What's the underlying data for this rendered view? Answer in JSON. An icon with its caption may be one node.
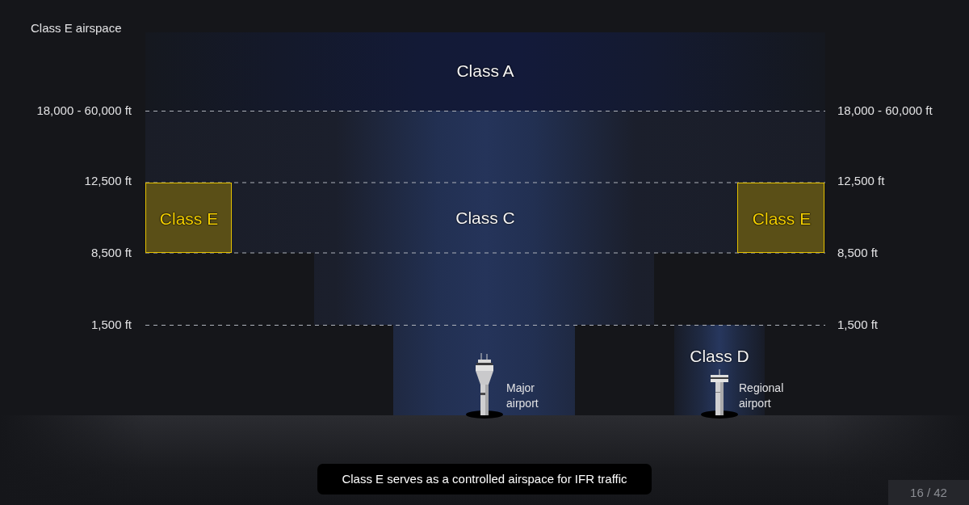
{
  "diagram": {
    "title": "Class E airspace",
    "caption": "Class E serves as a controlled airspace for IFR traffic",
    "nodes": [
      {
        "text": [
          "Class A"
        ]
      },
      {
        "text": [
          "Class E"
        ]
      },
      {
        "text": [
          "Class C"
        ]
      },
      {
        "text": [
          "Class E"
        ]
      },
      {
        "text": [
          "Class D"
        ]
      }
    ],
    "labels": [
      "18,000 - 60,000 ft",
      "18,000 - 60,000 ft",
      "12,500 ft",
      "12,500 ft",
      "8,500 ft",
      "8,500 ft",
      "1,500 ft",
      "1,500 ft",
      "Major airport",
      "Regional airport",
      "16 / 42"
    ]
  }
}
